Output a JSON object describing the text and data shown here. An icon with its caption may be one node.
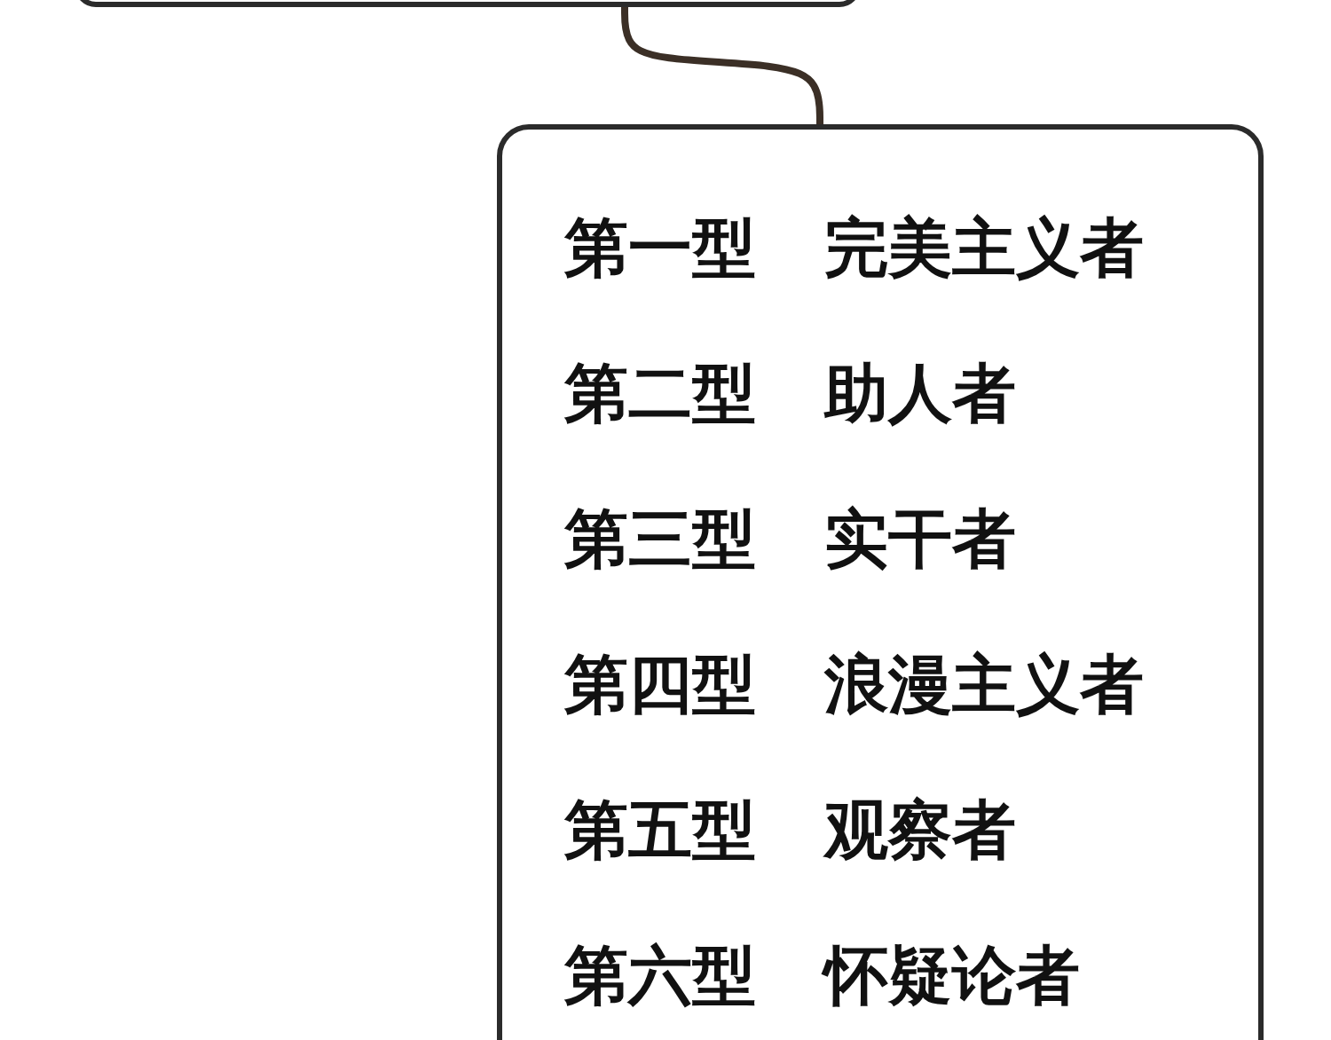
{
  "diagram": {
    "nodes": [
      {
        "text": [],
        "shape": "box"
      },
      {
        "text": [
          "第一型 完美主义者",
          "第二型 助人者",
          "第三型 实干者",
          "第四型 浪漫主义者",
          "第五型 观察者",
          "第六型 怀疑论者"
        ]
      }
    ],
    "edges": [
      {
        "from": 0,
        "to": 1,
        "arrow": "none"
      }
    ]
  }
}
